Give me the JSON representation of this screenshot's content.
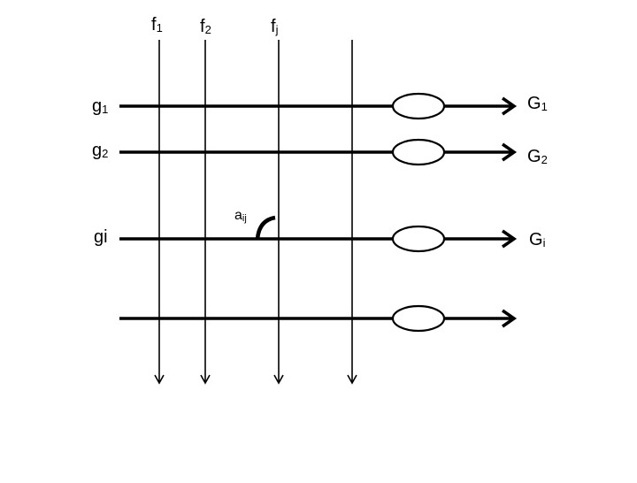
{
  "diagram": {
    "columns": [
      {
        "base": "f",
        "sub": "1"
      },
      {
        "base": "f",
        "sub": "2"
      },
      {
        "base": "f",
        "sub": "j"
      },
      {
        "base": "",
        "sub": ""
      }
    ],
    "rows": [
      {
        "in_base": "g",
        "in_sub": "1",
        "out_base": "G",
        "out_sub": "1"
      },
      {
        "in_base": "g",
        "in_sub": "2",
        "out_base": "G",
        "out_sub": "2"
      },
      {
        "in_base": "gi",
        "in_sub": "",
        "out_base": "G",
        "out_sub": "i"
      },
      {
        "in_base": "",
        "in_sub": "",
        "out_base": "",
        "out_sub": ""
      }
    ],
    "weight": {
      "base": "a",
      "sub": "ij"
    },
    "line_color": "#000000"
  }
}
